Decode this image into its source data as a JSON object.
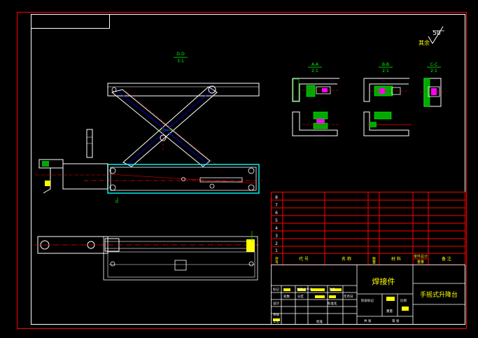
{
  "drawing": {
    "roughness_symbol": "50",
    "roughness_label": "其余",
    "views": {
      "dd_label": "D-D",
      "dd_scale": "3:1",
      "aa_label": "A-A",
      "aa_scale": "2:1",
      "bb_label": "B-B",
      "bb_scale": "2:1",
      "cc_label": "C-C",
      "cc_scale": "2:1",
      "section_mark_c": "C"
    }
  },
  "parts_list": {
    "rows": [
      "8",
      "7",
      "6",
      "5",
      "4",
      "3",
      "2",
      "1"
    ],
    "header": {
      "seq": "序号",
      "code": "代  号",
      "name": "名  称",
      "qty": "数量",
      "material": "材  料",
      "weight_single": "单件总计",
      "weight": "重量",
      "remark": "备  注"
    }
  },
  "title_block": {
    "drawing_type": "焊接件",
    "product_name": "手摇式升降台",
    "labels": {
      "mark": "标记",
      "count": "处数",
      "zone": "分区",
      "change_no": "更改文件号",
      "sign": "签名",
      "date": "年月日",
      "design": "设计",
      "standard": "标准化",
      "stage_mark": "阶段标记",
      "weight": "重量",
      "scale": "比例",
      "review": "审核",
      "process": "工艺",
      "approve": "批准",
      "sheets": "共  张",
      "sheet": "第  张"
    }
  }
}
